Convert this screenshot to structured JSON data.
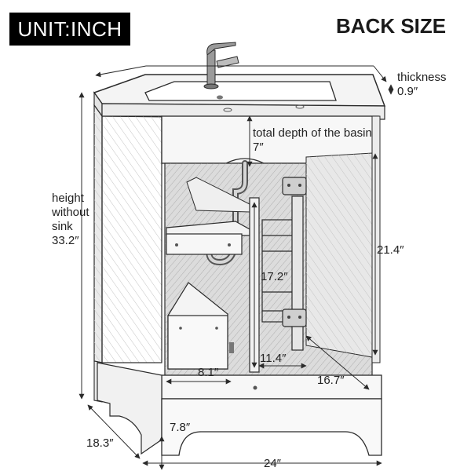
{
  "header": {
    "unit_label": "UNIT:INCH",
    "title": "BACK SIZE"
  },
  "dimensions": {
    "thickness": {
      "label": "thickness",
      "value": "0.9″"
    },
    "basin_depth": {
      "label": "total depth of the basin",
      "value": "7″"
    },
    "height": {
      "label": "height without sink",
      "value": "33.2″"
    },
    "cabinet_interior_height": "21.4″",
    "shelf_height": "17.2″",
    "left_width": "8.1″",
    "right_width": "11.4″",
    "interior_depth": "16.7″",
    "base_height": "7.8″",
    "depth": "18.3″",
    "width": "24″"
  },
  "colors": {
    "line": "#2b2b2b",
    "shade": "#d8d8d8",
    "paper": "#ffffff",
    "badge": "#000000"
  }
}
